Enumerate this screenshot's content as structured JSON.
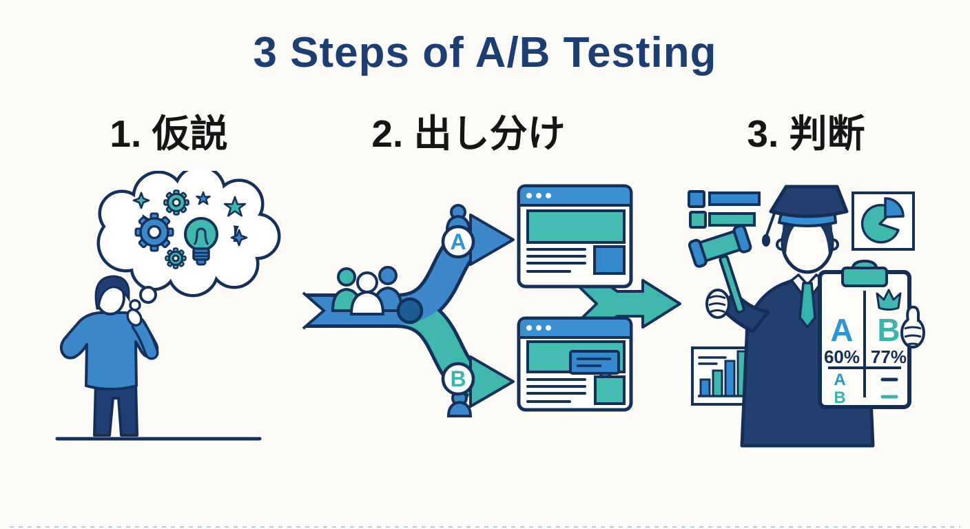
{
  "title": "3 Steps of A/B Testing",
  "steps": [
    {
      "label": "1. 仮説"
    },
    {
      "label": "2. 出し分け"
    },
    {
      "label": "3. 判断"
    }
  ],
  "split_flow": {
    "variant_a": "A",
    "variant_b": "B"
  },
  "clipboard": {
    "header_a": "A",
    "header_b": "B",
    "value_a": "60%",
    "value_b": "77%",
    "row_a": "A",
    "row_b": "B"
  },
  "colors": {
    "background": "#fdfcf9",
    "navy_outline": "#16305c",
    "deep_navy_fill": "#21406f",
    "title_navy": "#1d3e73",
    "label_black": "#151515",
    "blue": "#3b87c9",
    "teal": "#41b8ae",
    "node_blue": "#1d5d94",
    "letter_a_blue": "#2e94d4",
    "letter_b_teal": "#3bb4aa"
  }
}
